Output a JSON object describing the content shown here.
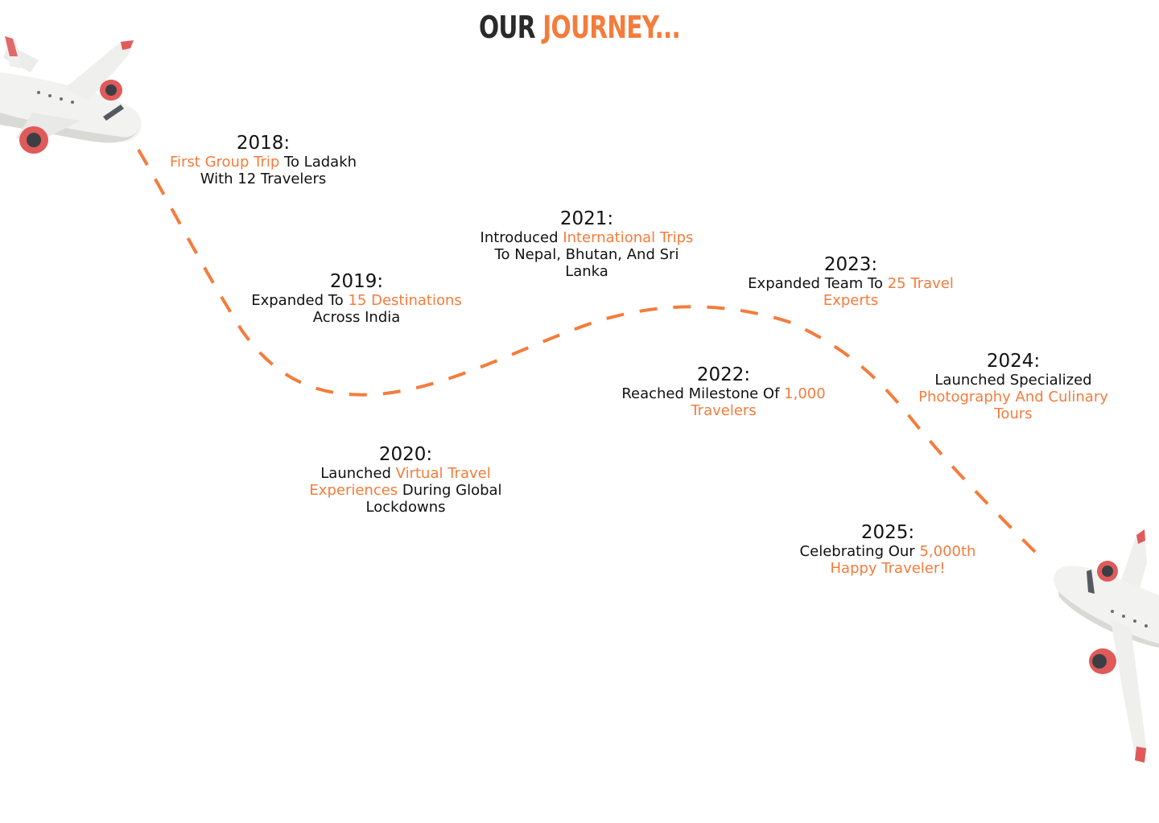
{
  "heading": {
    "part1": "OUR",
    "part2": "JOURNEY..."
  },
  "colors": {
    "accent": "#f47c3c",
    "text": "#111111",
    "plane_body": "#f2f2f0",
    "plane_engine": "#e05a5a"
  },
  "milestones": [
    {
      "year": "2018:",
      "pre": "",
      "highlight": "First Group Trip",
      "post": " To Ladakh With 12 Travelers"
    },
    {
      "year": "2019:",
      "pre": "Expanded To ",
      "highlight": "15 Destinations",
      "post": " Across India"
    },
    {
      "year": "2020:",
      "pre": "Launched ",
      "highlight": "Virtual Travel Experiences",
      "post": " During Global Lockdowns"
    },
    {
      "year": "2021:",
      "pre": "Introduced ",
      "highlight": "International Trips",
      "post": " To Nepal, Bhutan, And Sri Lanka"
    },
    {
      "year": "2022:",
      "pre": "Reached Milestone Of ",
      "highlight": "1,000 Travelers",
      "post": ""
    },
    {
      "year": "2023:",
      "pre": "Expanded Team To ",
      "highlight": "25 Travel Experts",
      "post": ""
    },
    {
      "year": "2024:",
      "pre": "Launched Specialized ",
      "highlight": "Photography And Culinary Tours",
      "post": ""
    },
    {
      "year": "2025:",
      "pre": "Celebrating Our ",
      "highlight": "5,000th Happy Traveler!",
      "post": ""
    }
  ]
}
